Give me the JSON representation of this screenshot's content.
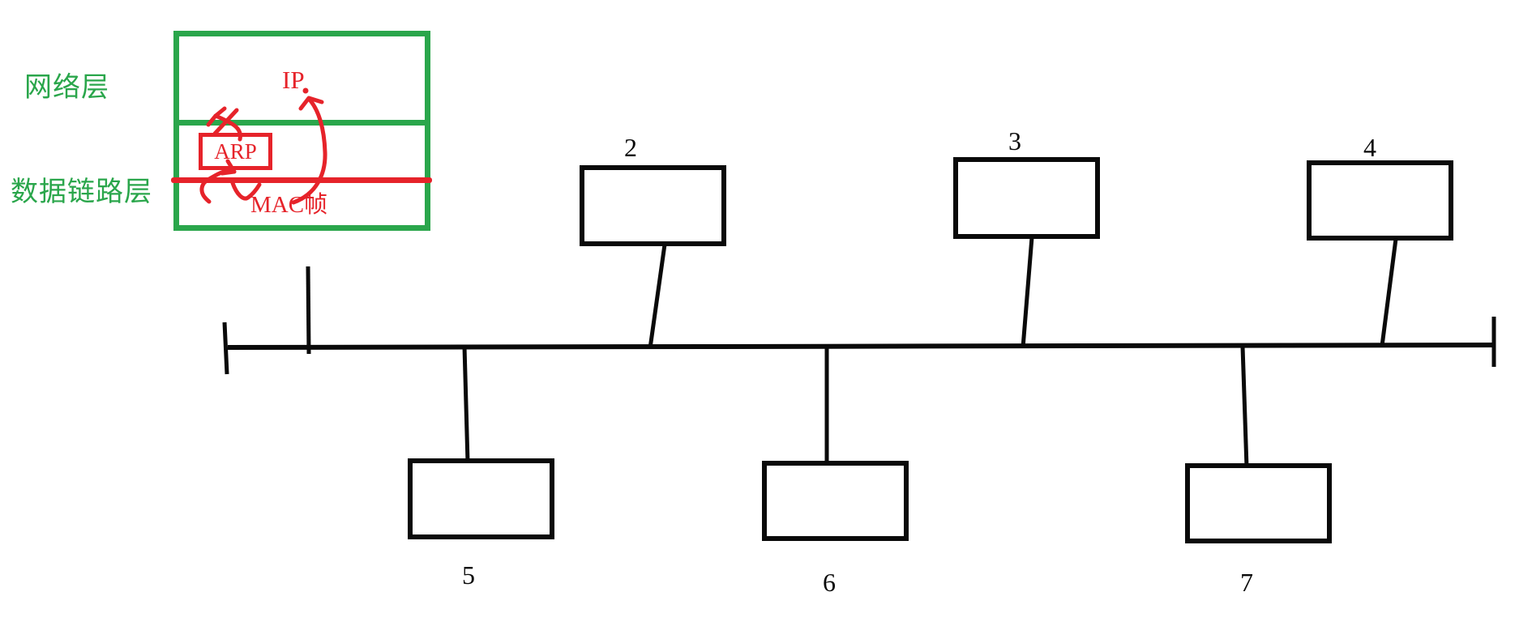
{
  "colors": {
    "green": "#2aa64b",
    "red": "#e6232a",
    "ink": "#0a0a0a",
    "bg": "#ffffff"
  },
  "protocol_stack": {
    "network_layer_label": "网络层",
    "datalink_layer_label": "数据链路层",
    "ip_label": "IP",
    "arp_label": "ARP",
    "mac_frame_label": "MAC帧"
  },
  "bus_network": {
    "top_nodes": [
      {
        "label": "2"
      },
      {
        "label": "3"
      },
      {
        "label": "4"
      }
    ],
    "bottom_nodes": [
      {
        "label": "5"
      },
      {
        "label": "6"
      },
      {
        "label": "7"
      }
    ]
  }
}
